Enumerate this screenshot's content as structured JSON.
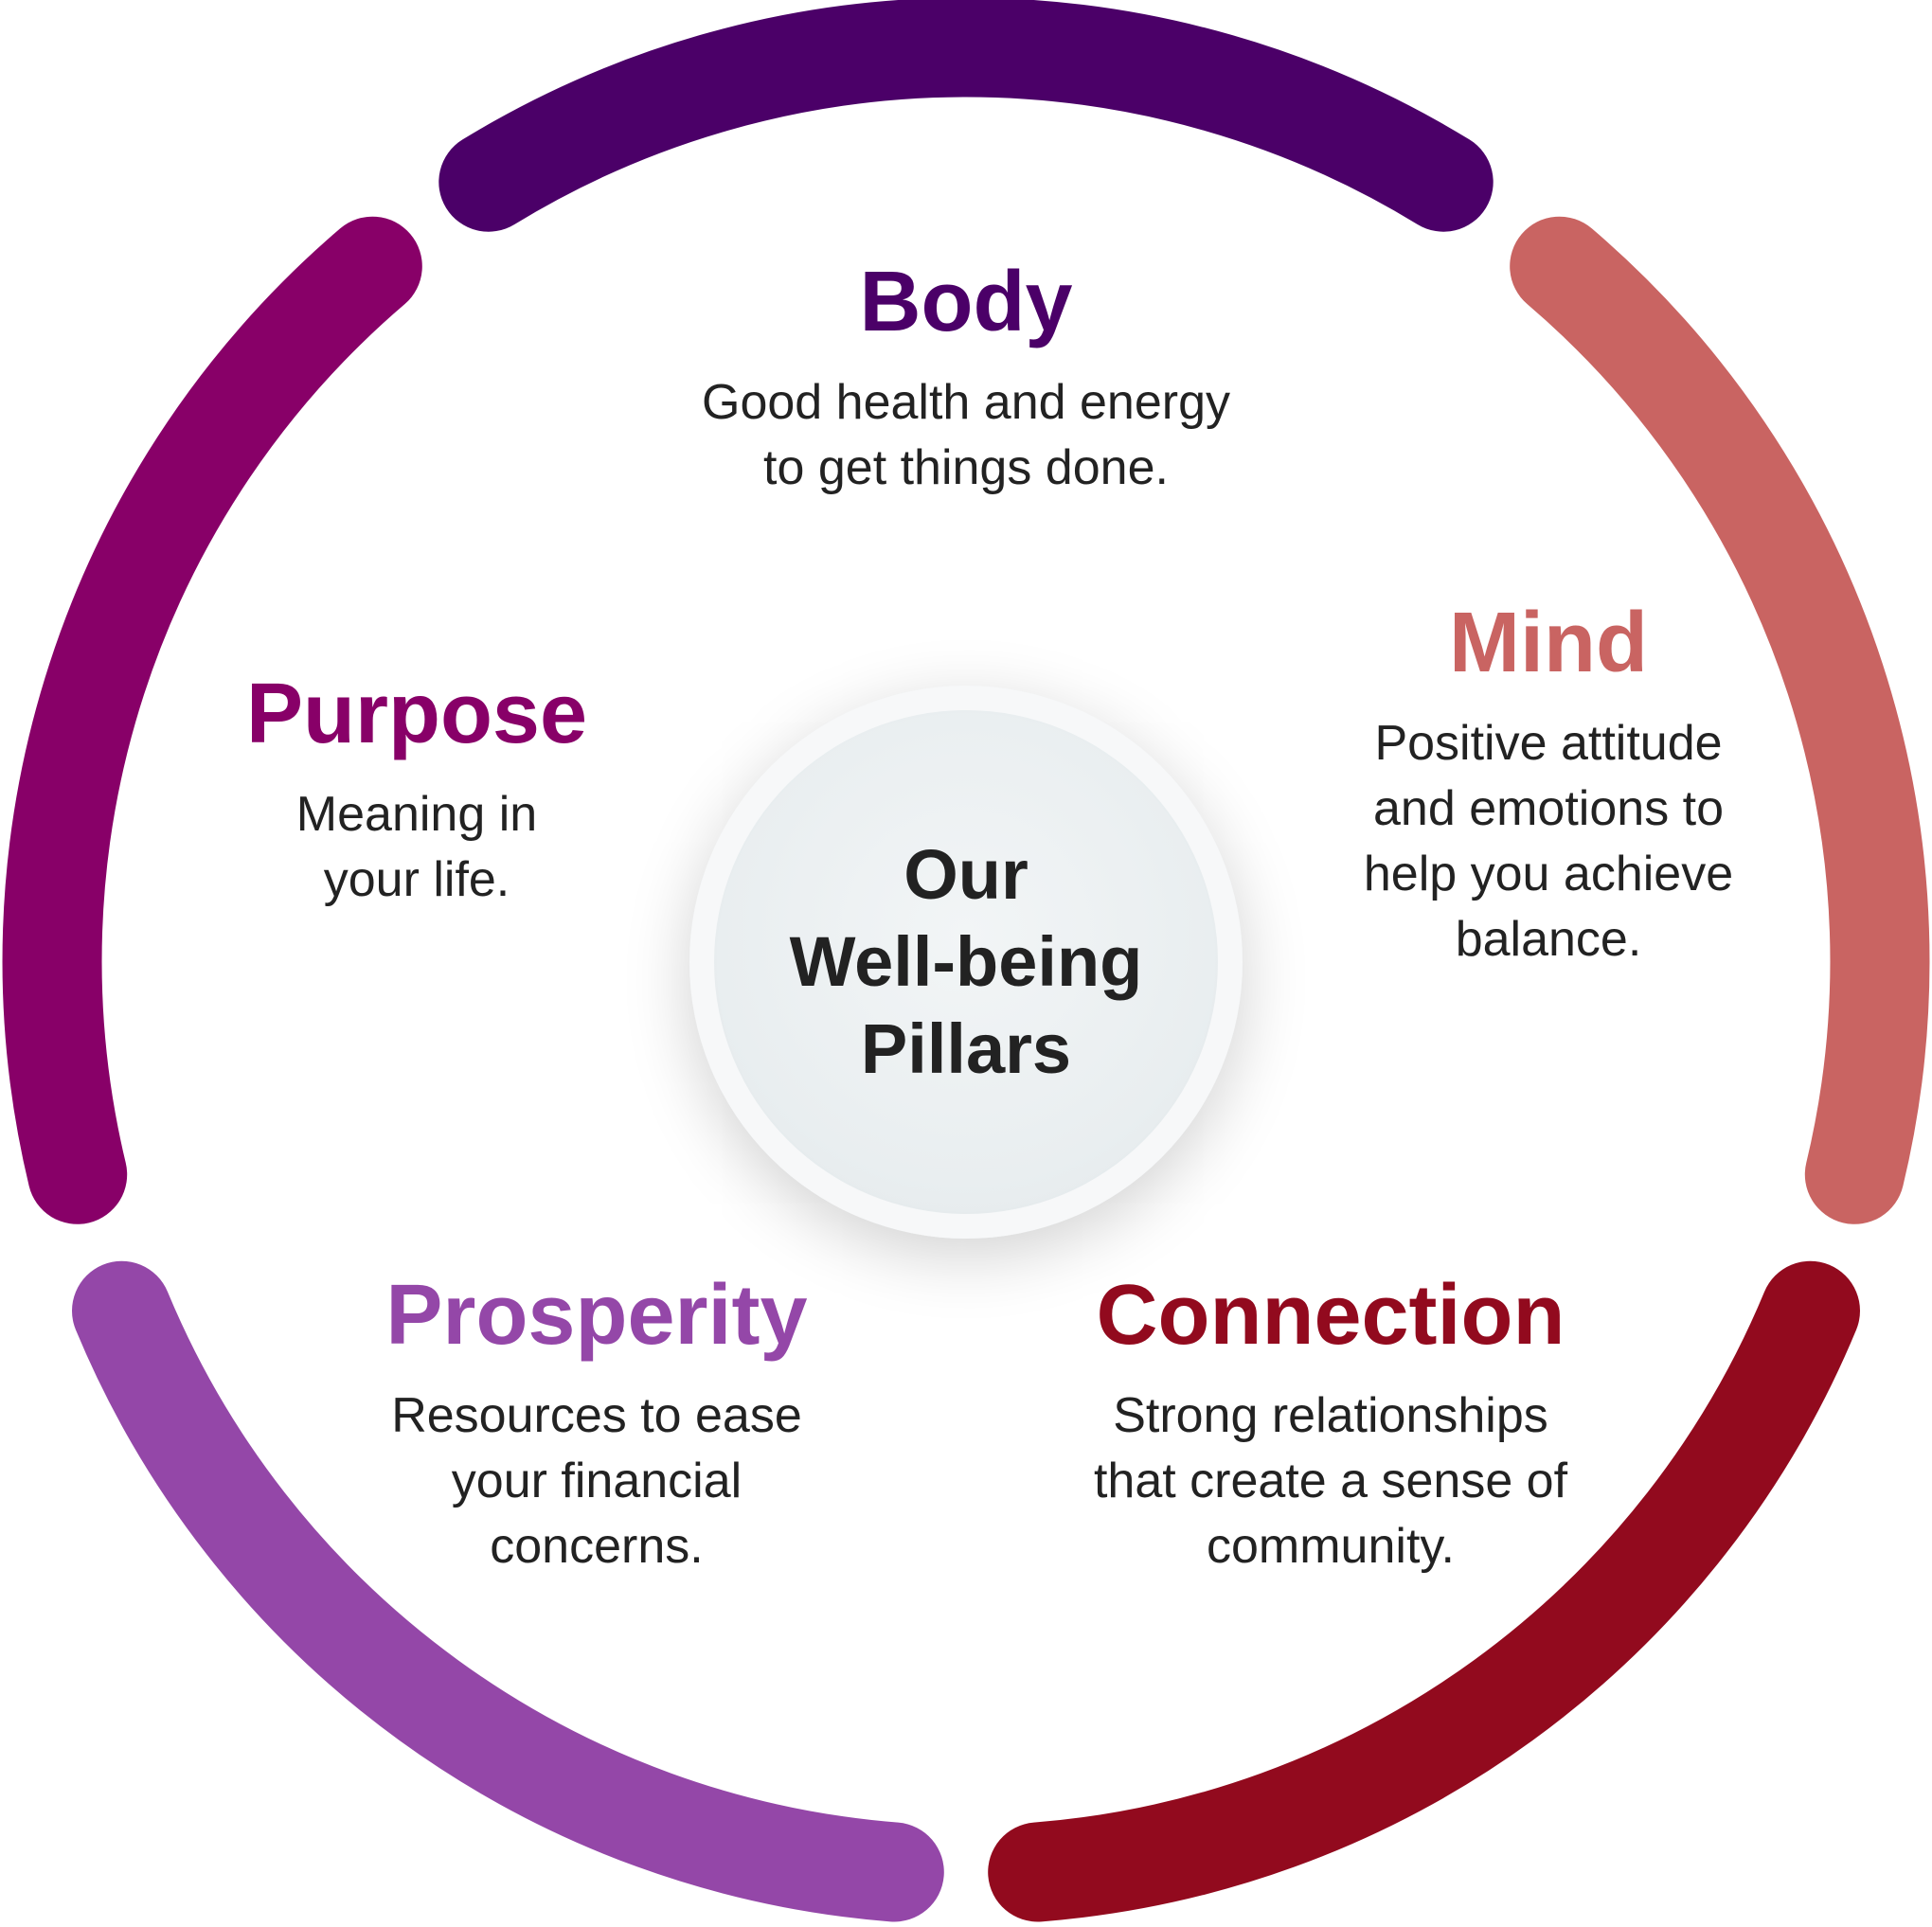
{
  "center": {
    "lines": [
      "Our",
      "Well-being",
      "Pillars"
    ]
  },
  "pillars": [
    {
      "key": "body",
      "title": "Body",
      "description_lines": [
        "Good health and energy",
        "to get things done."
      ],
      "color": "#4b0068"
    },
    {
      "key": "mind",
      "title": "Mind",
      "description_lines": [
        "Positive attitude",
        "and emotions to",
        "help you achieve",
        "balance."
      ],
      "color": "#c96462"
    },
    {
      "key": "connection",
      "title": "Connection",
      "description_lines": [
        "Strong relationships",
        "that create a sense of",
        "community."
      ],
      "color": "#920a1e"
    },
    {
      "key": "prosperity",
      "title": "Prosperity",
      "description_lines": [
        "Resources to ease",
        "your financial",
        "concerns."
      ],
      "color": "#9447a8"
    },
    {
      "key": "purpose",
      "title": "Purpose",
      "description_lines": [
        "Meaning in",
        "your life."
      ],
      "color": "#880068"
    }
  ]
}
